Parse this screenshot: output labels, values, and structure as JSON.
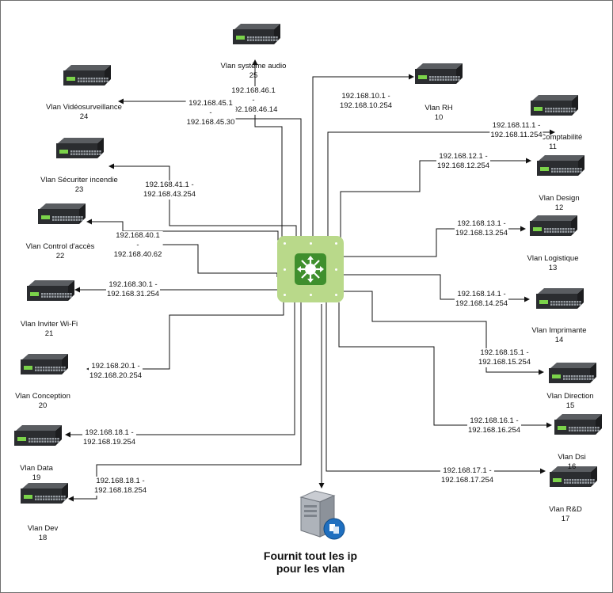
{
  "vlans": [
    {
      "id": "25",
      "name": "Vlan système audio",
      "ip_start": "192.168.46.1",
      "ip_sep": "-",
      "ip_end": "192.168.46.14"
    },
    {
      "id": "24",
      "name": "Vlan Vidéosurveillance",
      "ip_start": "192.168.45.1",
      "ip_sep": "-",
      "ip_end": "192.168.45.30"
    },
    {
      "id": "23",
      "name": "Vlan Sécuriter incendie",
      "ip_start": "192.168.41.1 -",
      "ip_end": "192.168.43.254"
    },
    {
      "id": "22",
      "name": "Vlan Control d'accès",
      "ip_start": "192.168.40.1",
      "ip_sep": "-",
      "ip_end": "192.168.40.62"
    },
    {
      "id": "21",
      "name": "Vlan Inviter Wi-Fi",
      "ip_start": "192.168.30.1 -",
      "ip_end": "192.168.31.254"
    },
    {
      "id": "20",
      "name": "Vlan Conception",
      "ip_start": "192.168.20.1 -",
      "ip_end": "192.168.20.254"
    },
    {
      "id": "19",
      "name": "Vlan Data",
      "ip_start": "192.168.18.1 -",
      "ip_end": "192.168.19.254"
    },
    {
      "id": "18",
      "name": "Vlan Dev",
      "ip_start": "192.168.18.1 -",
      "ip_end": "192.168.18.254"
    },
    {
      "id": "10",
      "name": "Vlan RH",
      "ip_start": "192.168.10.1 -",
      "ip_end": "192.168.10.254"
    },
    {
      "id": "11",
      "name": "Vlan Comptabilité",
      "ip_start": "192.168.11.1 -",
      "ip_end": "192.168.11.254"
    },
    {
      "id": "12",
      "name": "Vlan Design",
      "ip_start": "192.168.12.1 -",
      "ip_end": "192.168.12.254"
    },
    {
      "id": "13",
      "name": "Vlan Logistique",
      "ip_start": "192.168.13.1 -",
      "ip_end": "192.168.13.254"
    },
    {
      "id": "14",
      "name": "Vlan Imprimante",
      "ip_start": "192.168.14.1 -",
      "ip_end": "192.168.14.254"
    },
    {
      "id": "15",
      "name": "Vlan Direction",
      "ip_start": "192.168.15.1 -",
      "ip_end": "192.168.15.254"
    },
    {
      "id": "16",
      "name": "Vlan Dsi",
      "ip_start": "192.168.16.1 -",
      "ip_end": "192.168.16.254"
    },
    {
      "id": "17",
      "name": "Vlan R&D",
      "ip_start": "192.168.17.1 -",
      "ip_end": "192.168.17.254"
    }
  ],
  "server": {
    "caption_line1": "Fournit tout les ip",
    "caption_line2": "pour les vlan",
    "icon": "dhcp-server-icon"
  },
  "hub": {
    "icon": "layer3-switch-icon"
  },
  "colors": {
    "hub_bg": "#b9d98a",
    "hub_core": "#3f8f2d",
    "switch_body": "#2b2d30",
    "switch_led": "#7bd34a",
    "wire": "#111111"
  }
}
